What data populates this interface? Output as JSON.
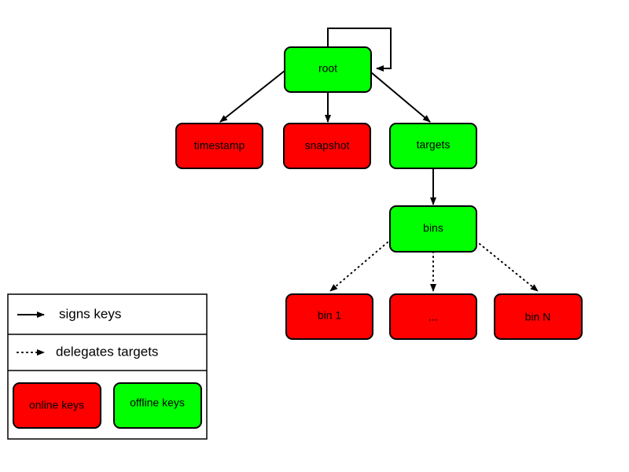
{
  "colors": {
    "online": "#ff0000",
    "offline": "#00ff00",
    "line": "#000000"
  },
  "nodes": {
    "root": {
      "label": "root",
      "kind": "offline"
    },
    "timestamp": {
      "label": "timestamp",
      "kind": "online"
    },
    "snapshot": {
      "label": "snapshot",
      "kind": "online"
    },
    "targets": {
      "label": "targets",
      "kind": "offline"
    },
    "bins": {
      "label": "bins",
      "kind": "offline"
    },
    "bin1": {
      "label": "bin 1",
      "kind": "online"
    },
    "binEllipsis": {
      "label": "...",
      "kind": "online"
    },
    "binN": {
      "label": "bin N",
      "kind": "online"
    }
  },
  "legend": {
    "signs_keys": "signs keys",
    "delegates_targets": "delegates targets",
    "online_keys": "online keys",
    "offline_keys": "offline keys"
  }
}
